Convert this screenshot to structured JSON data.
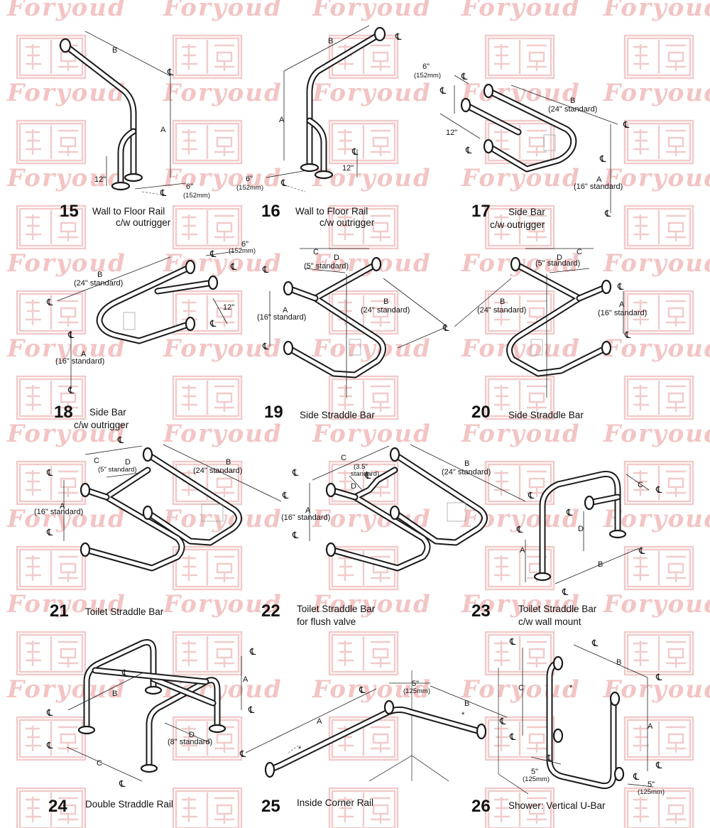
{
  "watermark": {
    "brand": "Foryoud"
  },
  "items": [
    {
      "num": "15",
      "title1": "Wall to Floor Rail",
      "title2": "c/w outrigger",
      "labels": {
        "B": "B",
        "A": "A",
        "h12": "12\"",
        "six": "6\"",
        "mm152": "(152mm)"
      }
    },
    {
      "num": "16",
      "title1": "Wall to Floor Rail",
      "title2": "c/w outrigger",
      "labels": {
        "B": "B",
        "A": "A",
        "h12": "12\"",
        "six": "6\"",
        "mm152": "(152mm)"
      }
    },
    {
      "num": "17",
      "title1": "Side Bar",
      "title2": "c/w outrigger",
      "labels": {
        "six": "6\"",
        "mm152": "(152mm)",
        "B": "B",
        "Bstd": "(24\" standard)",
        "h12": "12\"",
        "A": "A",
        "Astd": "(16\" standard)"
      }
    },
    {
      "num": "18",
      "title1": "Side Bar",
      "title2": "c/w outrigger",
      "labels": {
        "six": "6\"",
        "mm152": "(152mm)",
        "B": "B",
        "Bstd": "(24\" standard)",
        "h12": "12\"",
        "A": "A",
        "Astd": "(16\" standard)"
      }
    },
    {
      "num": "19",
      "title1": "Side Straddle Bar",
      "title2": "",
      "labels": {
        "C": "C",
        "D": "D",
        "Dstd": "(5\" standard)",
        "B": "B",
        "Bstd": "(24\" standard)",
        "A": "A",
        "Astd": "(16\" standard)"
      }
    },
    {
      "num": "20",
      "title1": "Side Straddle Bar",
      "title2": "",
      "labels": {
        "C": "C",
        "D": "D",
        "Dstd": "(5\" standard)",
        "B": "B",
        "Bstd": "(24\" standard)",
        "A": "A",
        "Astd": "(16\" standard)"
      }
    },
    {
      "num": "21",
      "title1": "Toilet Straddle Bar",
      "title2": "",
      "labels": {
        "C": "C",
        "D": "D",
        "Dstd": "(5\" standard)",
        "B": "B",
        "Bstd": "(24\" standard)",
        "A": "A",
        "Astd": "(16\" standard)"
      }
    },
    {
      "num": "22",
      "title1": "Toilet Straddle Bar",
      "title2": "for flush valve",
      "labels": {
        "C": "C",
        "D": "D",
        "Dstd1": "(3.5\"",
        "Dstd2": "standard)",
        "B": "B",
        "Bstd": "(24\" standard)",
        "A": "A",
        "Astd": "(16\" standard)"
      }
    },
    {
      "num": "23",
      "title1": "Toilet Straddle Bar",
      "title2": "c/w wall mount",
      "labels": {
        "C": "C",
        "D": "D",
        "A": "A",
        "B": "B"
      }
    },
    {
      "num": "24",
      "title1": "Double Straddle Rail",
      "title2": "",
      "labels": {
        "B": "B",
        "A": "A",
        "D": "D",
        "Dstd": "(8\" standard)",
        "C": "C"
      }
    },
    {
      "num": "25",
      "title1": "Inside Corner Rail",
      "title2": "",
      "labels": {
        "A": "A",
        "B": "B",
        "five": "5\"",
        "mm125": "(125mm)",
        "star": "*"
      }
    },
    {
      "num": "26",
      "title1": "Shower: Vertical U-Bar",
      "title2": "",
      "labels": {
        "B": "B",
        "C": "C",
        "A": "A",
        "five": "5\"",
        "mm125": "(125mm)",
        "star": "*"
      }
    }
  ],
  "centerline_symbol": "℄"
}
